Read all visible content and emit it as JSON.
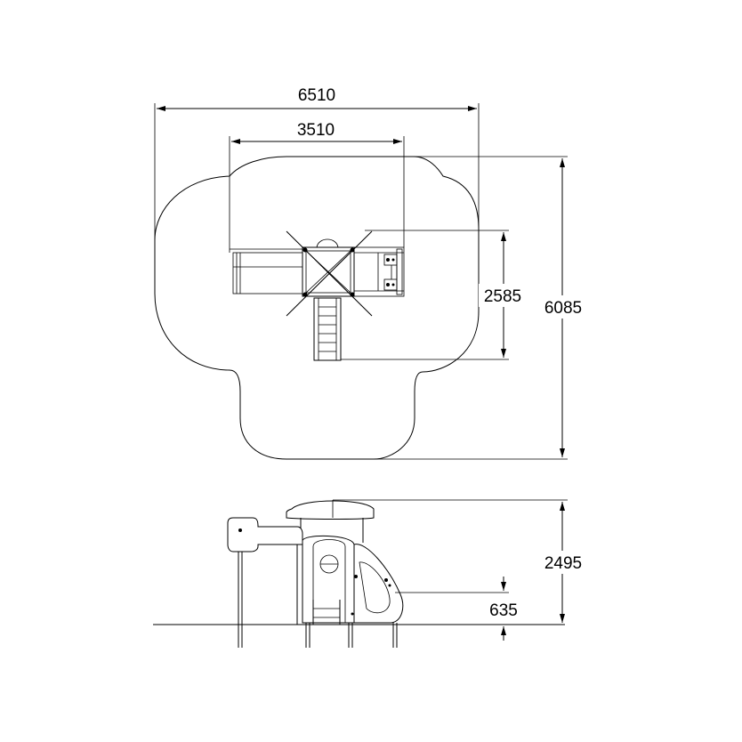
{
  "dimensions": {
    "plan_total_width": "6510",
    "plan_inner_width": "3510",
    "plan_inner_depth": "2585",
    "plan_total_depth": "6085",
    "elevation_height": "2495",
    "platform_height": "635"
  }
}
